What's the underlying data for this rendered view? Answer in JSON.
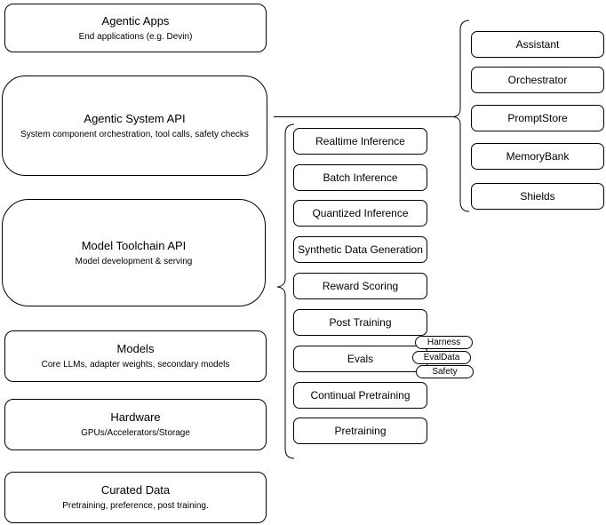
{
  "diagram": {
    "left_stack": [
      {
        "title": "Agentic Apps",
        "subtitle": "End applications (e.g. Devin)"
      },
      {
        "title": "Agentic System API",
        "subtitle": "System component orchestration, tool calls, safety checks"
      },
      {
        "title": "Model Toolchain API",
        "subtitle": "Model development & serving"
      },
      {
        "title": "Models",
        "subtitle": "Core LLMs, adapter weights, secondary models"
      },
      {
        "title": "Hardware",
        "subtitle": "GPUs/Accelerators/Storage"
      },
      {
        "title": "Curated Data",
        "subtitle": "Pretraining, preference, post training."
      }
    ],
    "toolchain_items": [
      "Realtime Inference",
      "Batch Inference",
      "Quantized Inference",
      "Synthetic Data Generation",
      "Reward Scoring",
      "Post Training",
      "Evals",
      "Continual Pretraining",
      "Pretraining"
    ],
    "eval_pills": [
      "Harness",
      "EvalData",
      "Safety"
    ],
    "system_components": [
      "Assistant",
      "Orchestrator",
      "PromptStore",
      "MemoryBank",
      "Shields"
    ],
    "colors": {
      "stroke": "#000000",
      "fill": "#ffffff",
      "text": "#000000"
    }
  }
}
